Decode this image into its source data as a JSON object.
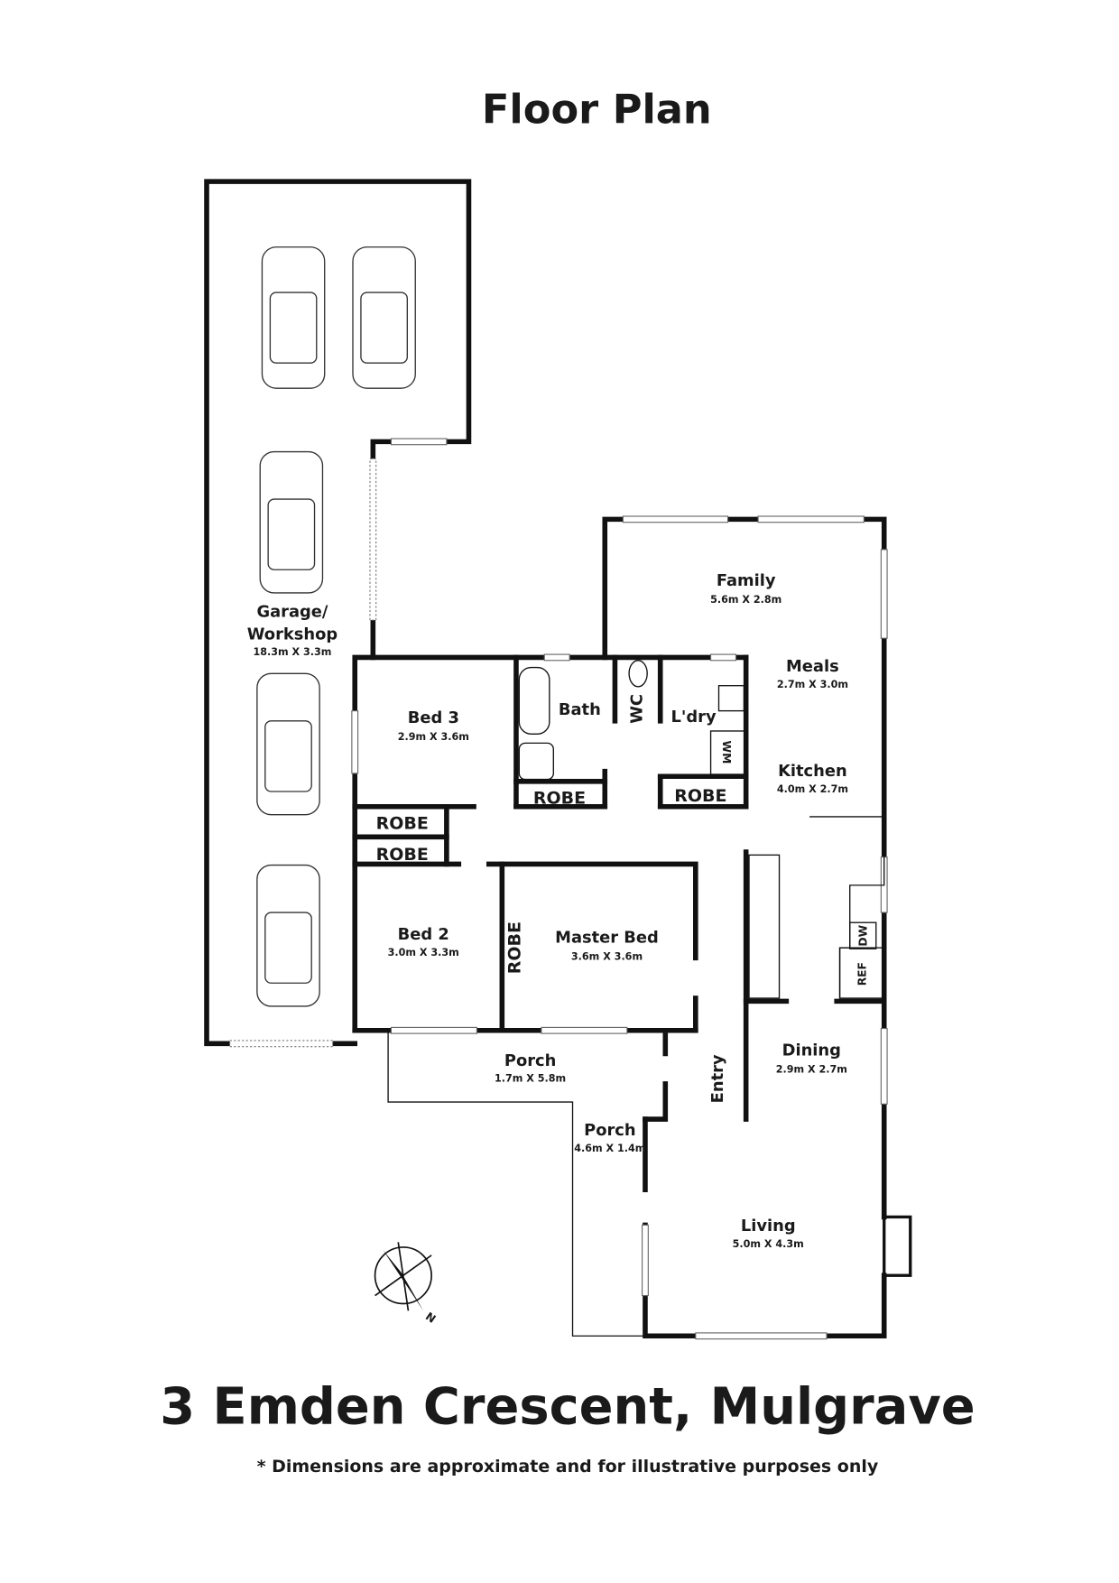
{
  "title": "Floor Plan",
  "address": "3 Emden Crescent, Mulgrave",
  "disclaimer": "* Dimensions are approximate and for illustrative purposes only",
  "rooms": {
    "garage": {
      "name_line1": "Garage/",
      "name_line2": "Workshop",
      "dims": "18.3m X 3.3m"
    },
    "family": {
      "name": "Family",
      "dims": "5.6m X 2.8m"
    },
    "meals": {
      "name": "Meals",
      "dims": "2.7m X 3.0m"
    },
    "kitchen": {
      "name": "Kitchen",
      "dims": "4.0m X 2.7m"
    },
    "bed3": {
      "name": "Bed 3",
      "dims": "2.9m X 3.6m"
    },
    "bed2": {
      "name": "Bed 2",
      "dims": "3.0m X 3.3m"
    },
    "master": {
      "name": "Master Bed",
      "dims": "3.6m X 3.6m"
    },
    "dining": {
      "name": "Dining",
      "dims": "2.9m X 2.7m"
    },
    "living": {
      "name": "Living",
      "dims": "5.0m X 4.3m"
    },
    "porch1": {
      "name": "Porch",
      "dims": "1.7m X 5.8m"
    },
    "porch2": {
      "name": "Porch",
      "dims": "4.6m X 1.4m"
    },
    "bath": {
      "name": "Bath"
    },
    "wc": {
      "name": "WC"
    },
    "laundry": {
      "name": "L'dry"
    },
    "entry": {
      "name": "Entry"
    }
  },
  "fixtures": {
    "robe": "ROBE",
    "wm": "WM",
    "dw": "DW",
    "ref": "REF"
  },
  "compass": {
    "label": "N"
  }
}
